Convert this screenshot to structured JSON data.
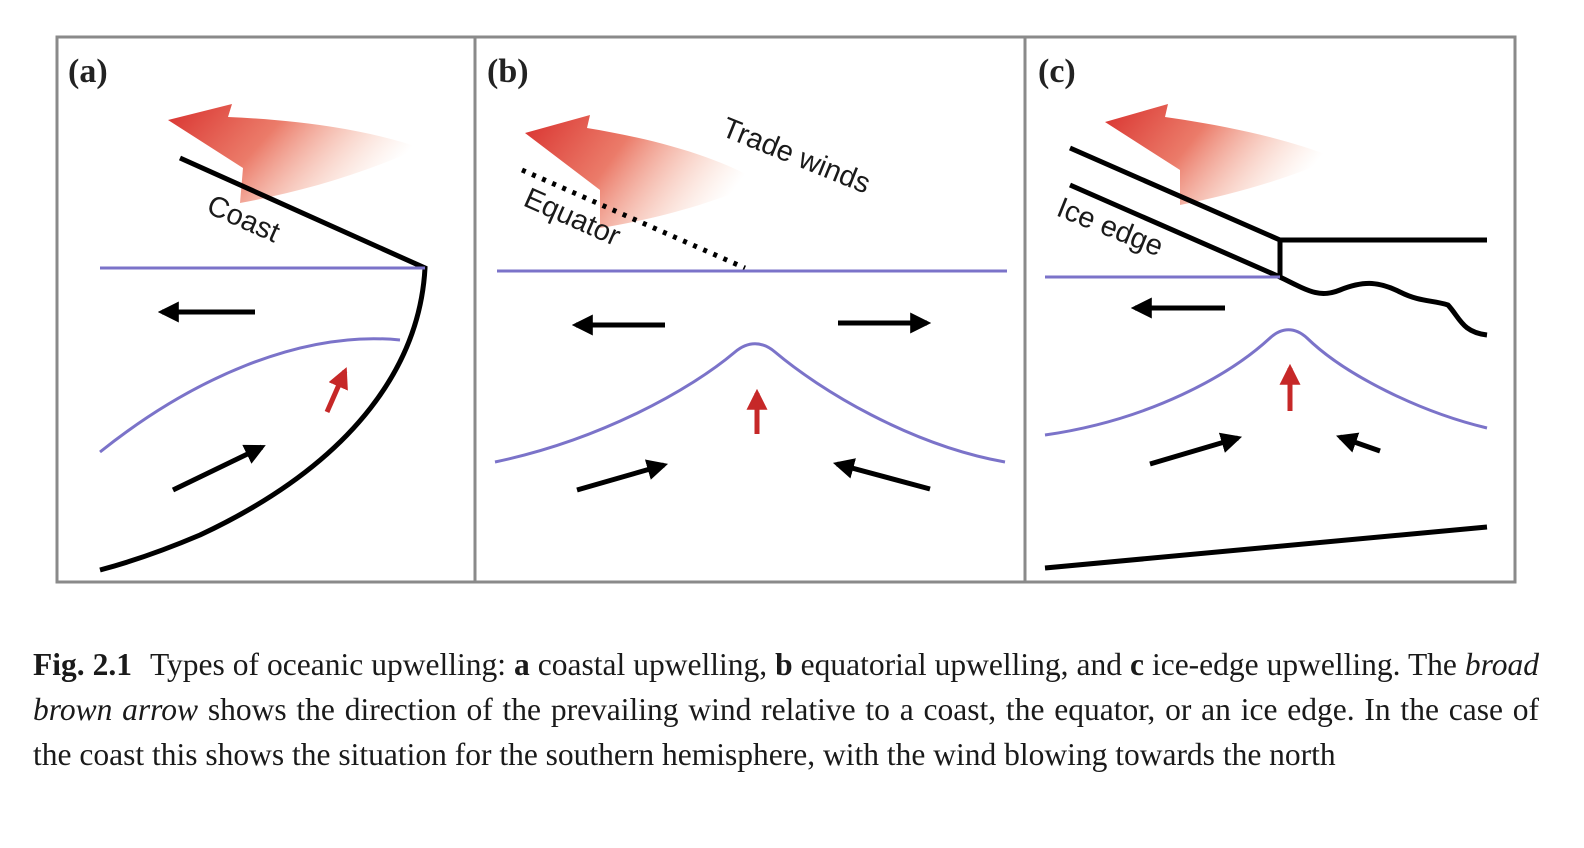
{
  "figure": {
    "panels": [
      {
        "label": "(a)",
        "diagram_label": "Coast"
      },
      {
        "label": "(b)",
        "diagram_labels": [
          "Trade winds",
          "Equator"
        ]
      },
      {
        "label": "(c)",
        "diagram_label": "Ice edge"
      }
    ],
    "colors": {
      "wind_arrow": "#e0393b",
      "isopycnal": "#7b73c9",
      "upwelling_arrow": "#c62828",
      "boundary": "#000000",
      "frame": "#8a8a8a"
    }
  },
  "caption": {
    "fig_num": "Fig. 2.1",
    "p1": "Types of oceanic upwelling: ",
    "a": "a",
    "p2": " coastal upwelling, ",
    "b": "b",
    "p3": " equatorial upwelling, and ",
    "c": "c",
    "p4": " ice-edge upwelling. The ",
    "italic": "broad brown arrow",
    "p5": " shows the direction of the prevailing wind relative to a coast, the equator, or an ice edge. In the case of the coast this shows the situation for the southern hemisphere, with the wind blowing towards the north"
  }
}
